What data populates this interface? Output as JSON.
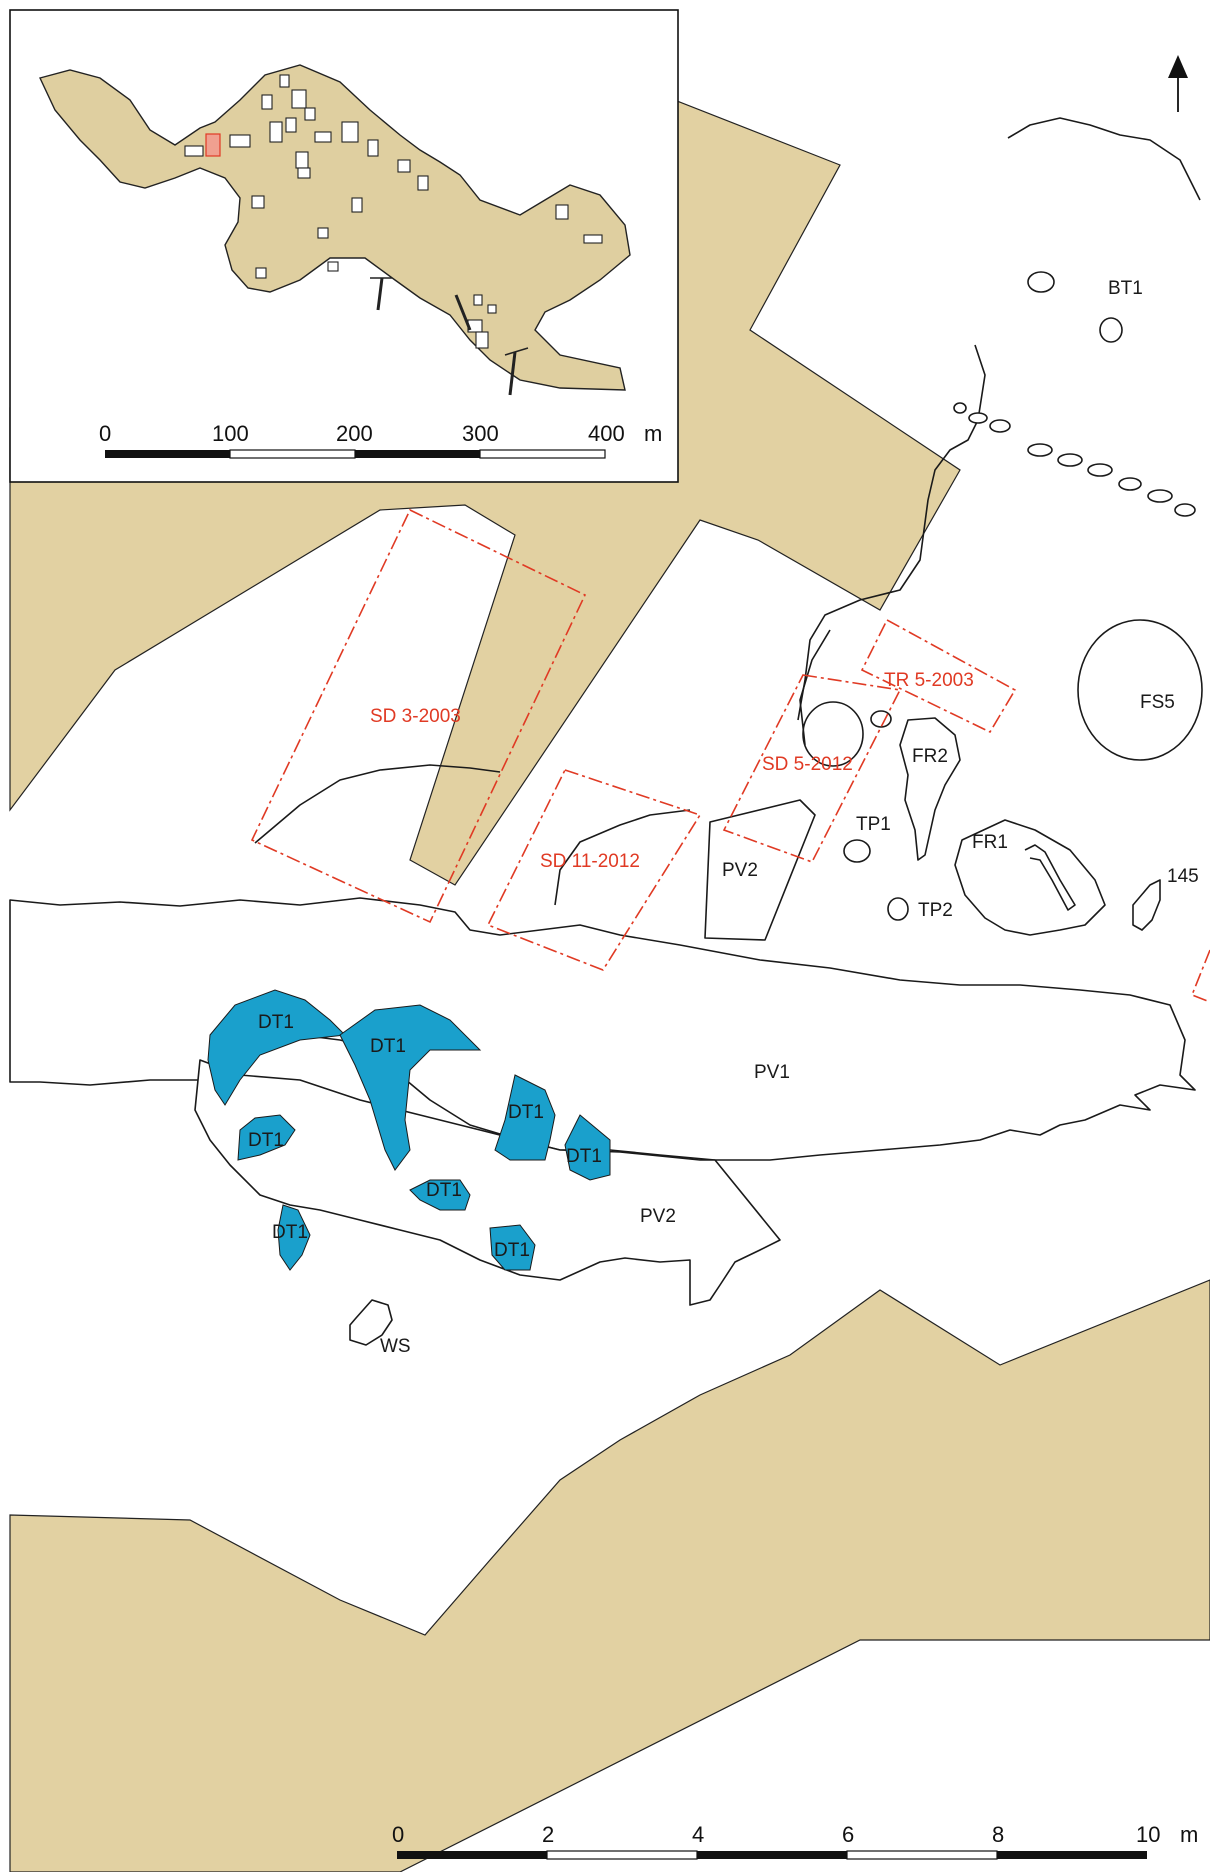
{
  "map": {
    "labels": {
      "bt1": "BT1",
      "fs5": "FS5",
      "tr5": "TR 5-2003",
      "sd3": "SD 3-2003",
      "sd5": "SD 5-2012",
      "sd11": "SD 11-2012",
      "fr2": "FR2",
      "tp1": "TP1",
      "fr1": "FR1",
      "tp2": "TP2",
      "l145": "145",
      "pv2_upper": "PV2",
      "pv1": "PV1",
      "pv2_lower": "PV2",
      "ws": "WS",
      "dt1_a": "DT1",
      "dt1_b": "DT1",
      "dt1_c": "DT1",
      "dt1_d": "DT1",
      "dt1_e": "DT1",
      "dt1_f": "DT1",
      "dt1_g": "DT1",
      "dt1_h": "DT1"
    },
    "colors": {
      "background_area": "#e2d1a2",
      "feature_fill": "#ffffff",
      "deposit_blue": "#1aa0cc",
      "trench_red": "#e03a24",
      "highlight_salmon": "#f0a090"
    },
    "north_arrow": "north-arrow"
  },
  "inset": {
    "scale": {
      "ticks": [
        "0",
        "100",
        "200",
        "300",
        "400"
      ],
      "unit": "m"
    }
  },
  "scalebar": {
    "ticks": [
      "0",
      "2",
      "4",
      "6",
      "8",
      "10"
    ],
    "unit": "m"
  }
}
